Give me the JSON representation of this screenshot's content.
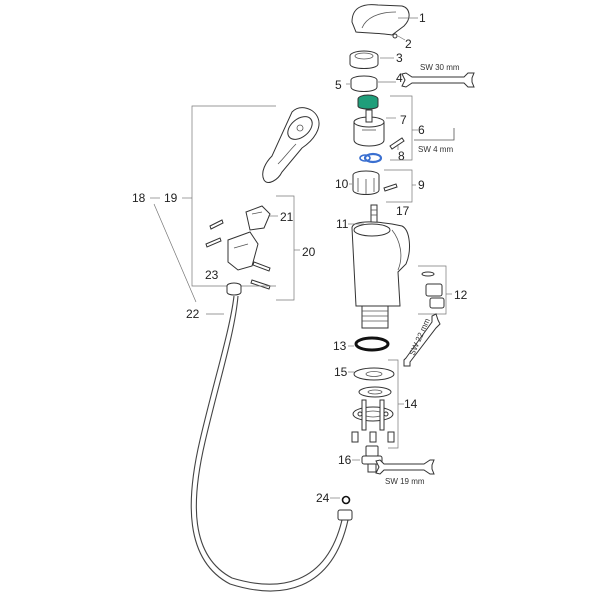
{
  "callouts": {
    "n1": "1",
    "n2": "2",
    "n3": "3",
    "n4": "4",
    "n5": "5",
    "n6": "6",
    "n7": "7",
    "n8": "8",
    "n9": "9",
    "n10": "10",
    "n11": "11",
    "n12": "12",
    "n13": "13",
    "n14": "14",
    "n15": "15",
    "n16": "16",
    "n17": "17",
    "n18": "18",
    "n19": "19",
    "n20": "20",
    "n21": "21",
    "n22": "22",
    "n23": "23",
    "n24": "24"
  },
  "tools": {
    "sw30": "SW 30 mm",
    "sw4": "SW 4 mm",
    "sw22": "SW 22 mm",
    "sw19": "SW 19 mm"
  },
  "colors": {
    "cartridge_green": "#1f9e7a",
    "oring_blue": "#3a6fd0"
  }
}
